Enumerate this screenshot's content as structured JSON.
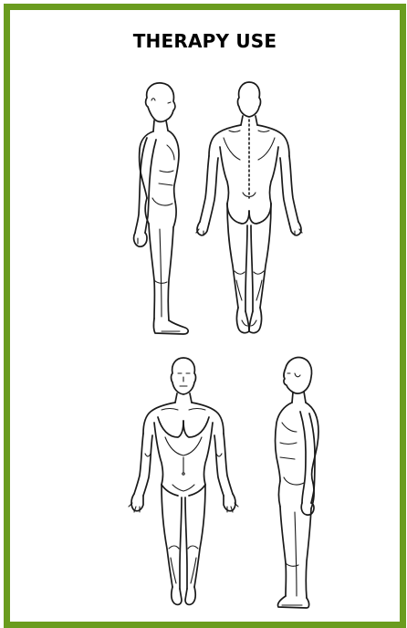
{
  "card": {
    "title": "THERAPY USE",
    "border_color": "#6a9c1e"
  },
  "figures": [
    {
      "id": "side-view-left-top"
    },
    {
      "id": "back-view"
    },
    {
      "id": "front-view"
    },
    {
      "id": "side-view-right-bottom"
    }
  ]
}
